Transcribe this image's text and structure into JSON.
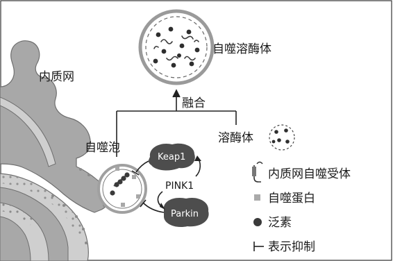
{
  "labels": {
    "er": "内质网",
    "autophagolysosome": "自噬溶酶体",
    "fusion": "融合",
    "autophagosome": "自噬泡",
    "lysosome": "溶酶体",
    "keap1": "Keap1",
    "pink1": "PINK1",
    "parkin": "Parkin"
  },
  "legend": {
    "receptor": "内质网自噬受体",
    "autophagy_protein": "自噬蛋白",
    "ubiquitin": "泛素",
    "inhibition": "表示抑制"
  },
  "colors": {
    "membrane": "#999999",
    "protein_blob": "#4d4d4d",
    "ubiquitin": "#3a3a3a",
    "square": "#aaaaaa"
  }
}
